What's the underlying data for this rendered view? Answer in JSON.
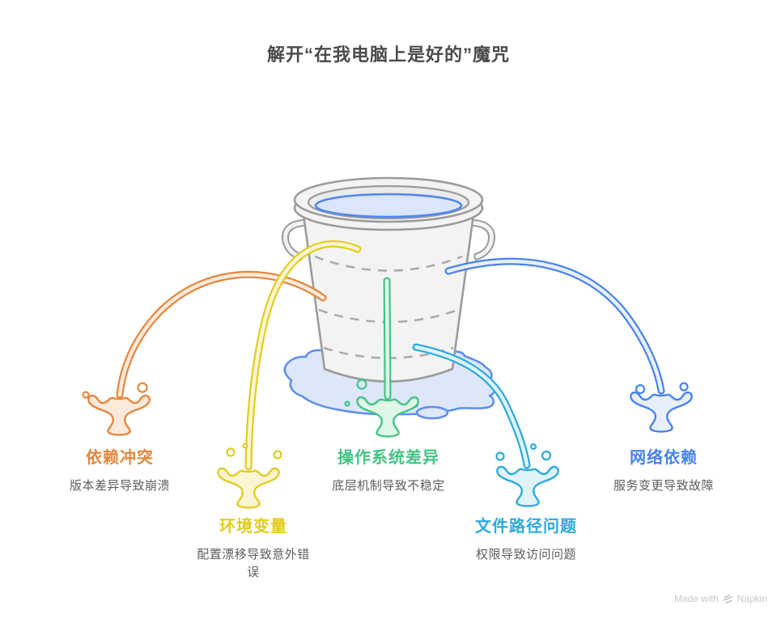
{
  "title": "解开“在我电脑上是好的”魔咒",
  "items": [
    {
      "id": "dependency-conflict",
      "label": "依赖冲突",
      "desc": "版本差异导致崩溃",
      "color": "#E5863C",
      "light": "#FBEADB"
    },
    {
      "id": "environment-vars",
      "label": "环境变量",
      "desc": "配置漂移导致意外错误",
      "color": "#E2CC1E",
      "light": "#FBF5D3"
    },
    {
      "id": "os-differences",
      "label": "操作系统差异",
      "desc": "底层机制导致不稳定",
      "color": "#44C384",
      "light": "#DFF6E9"
    },
    {
      "id": "file-path-issues",
      "label": "文件路径问题",
      "desc": "权限导致访问问题",
      "color": "#2BA9E0",
      "light": "#DEF3FA"
    },
    {
      "id": "network-dependency",
      "label": "网络依赖",
      "desc": "服务变更导致故障",
      "color": "#4583EE",
      "light": "#E8EEFC"
    }
  ],
  "bucket": {
    "stroke": "#9B9B9B",
    "fill": "#F3F3F3",
    "water_fill": "#DBE5FB",
    "water_stroke": "#4D87F0",
    "puddle_fill": "#DEE6FA",
    "puddle_stroke": "#5B8DEF"
  },
  "footer": {
    "made_with": "Made with",
    "brand": "Napkin"
  }
}
